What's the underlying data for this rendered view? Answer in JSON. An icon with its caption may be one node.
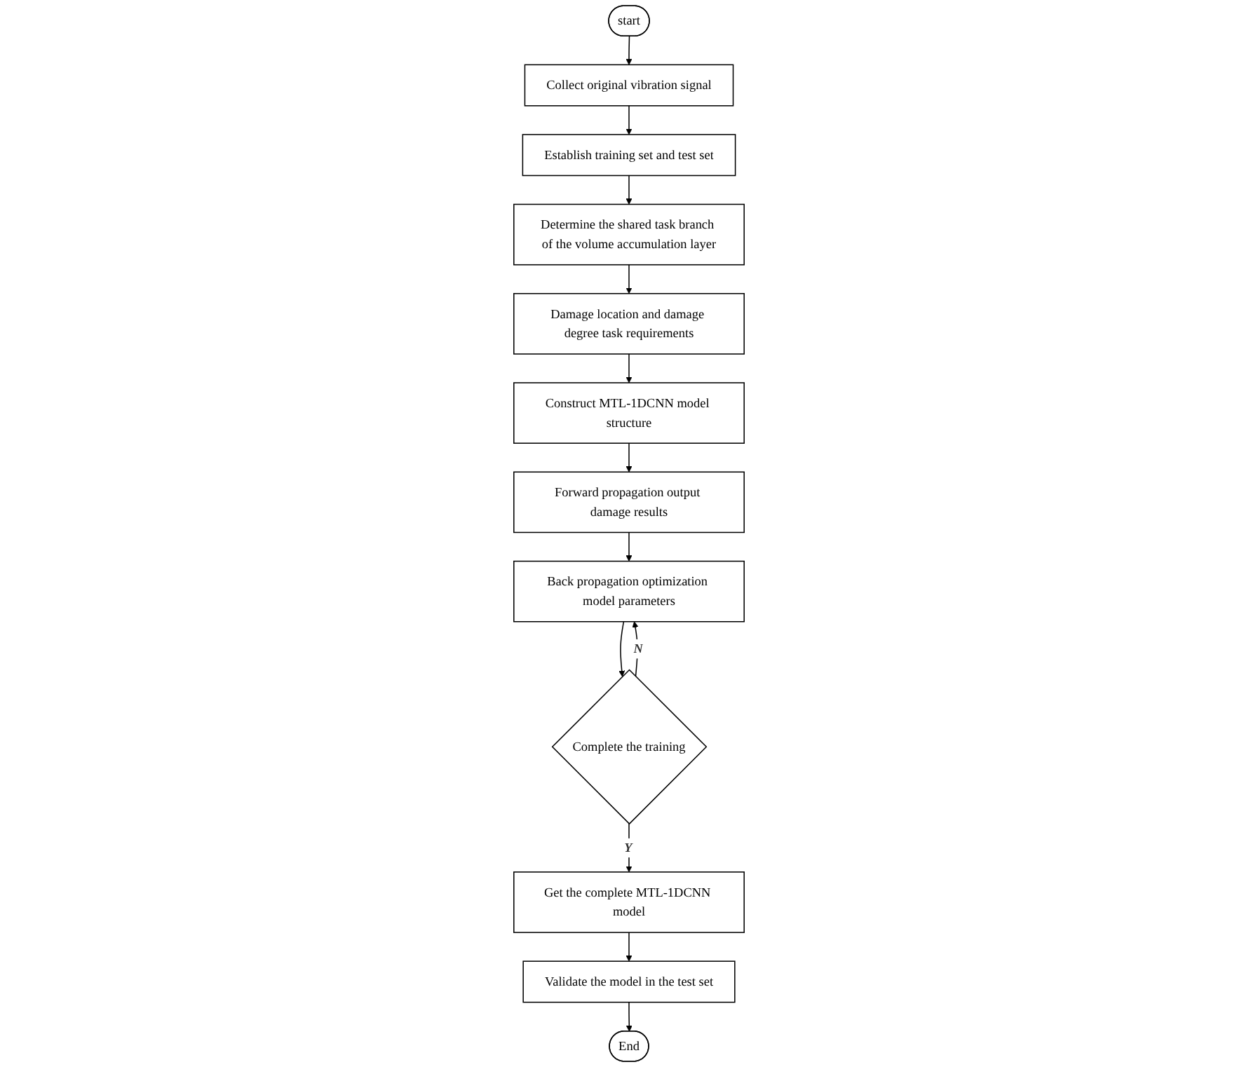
{
  "diagram": {
    "nodes": [
      {
        "text": [
          "Collect original vibration signal"
        ]
      },
      {
        "text": [
          "start"
        ]
      },
      {
        "text": [
          "Establish training set and test set"
        ]
      },
      {
        "text": [
          "Determine the shared task branch of the volume accumulation layer"
        ]
      },
      {
        "text": [
          "Construct MTL-1DCNN model structure"
        ]
      },
      {
        "text": [
          "Damage location and damage degree task requirements"
        ]
      },
      {
        "text": [
          "Forward propagation output damage results"
        ]
      },
      {
        "text": [
          "End"
        ]
      },
      {
        "text": [
          "Back propagation optimization model parameters"
        ]
      },
      {
        "text": [
          "Validate the model in the test set"
        ]
      },
      {
        "text": [
          "Complete the training"
        ]
      },
      {
        "text": [
          "Get the complete MTL-1DCNN model"
        ]
      }
    ],
    "edges": [
      {
        "from": 1,
        "to": 0,
        "arrow": "to"
      },
      {
        "from": 0,
        "to": 2,
        "arrow": "to"
      },
      {
        "from": 2,
        "to": 3,
        "arrow": "to"
      },
      {
        "from": 3,
        "to": 5,
        "arrow": "to"
      },
      {
        "from": 5,
        "to": 4,
        "arrow": "to"
      },
      {
        "from": 4,
        "to": 6,
        "arrow": "to"
      },
      {
        "from": 6,
        "to": 8,
        "arrow": "to"
      },
      {
        "from": 8,
        "to": 10,
        "arrow": "to"
      },
      {
        "from": 10,
        "to": 8,
        "label": "N",
        "arrow": "to"
      },
      {
        "from": 10,
        "to": 11,
        "label": "Y",
        "arrow": "to"
      },
      {
        "from": 11,
        "to": 9,
        "arrow": "to"
      },
      {
        "from": 9,
        "to": 7,
        "arrow": "to"
      }
    ]
  }
}
